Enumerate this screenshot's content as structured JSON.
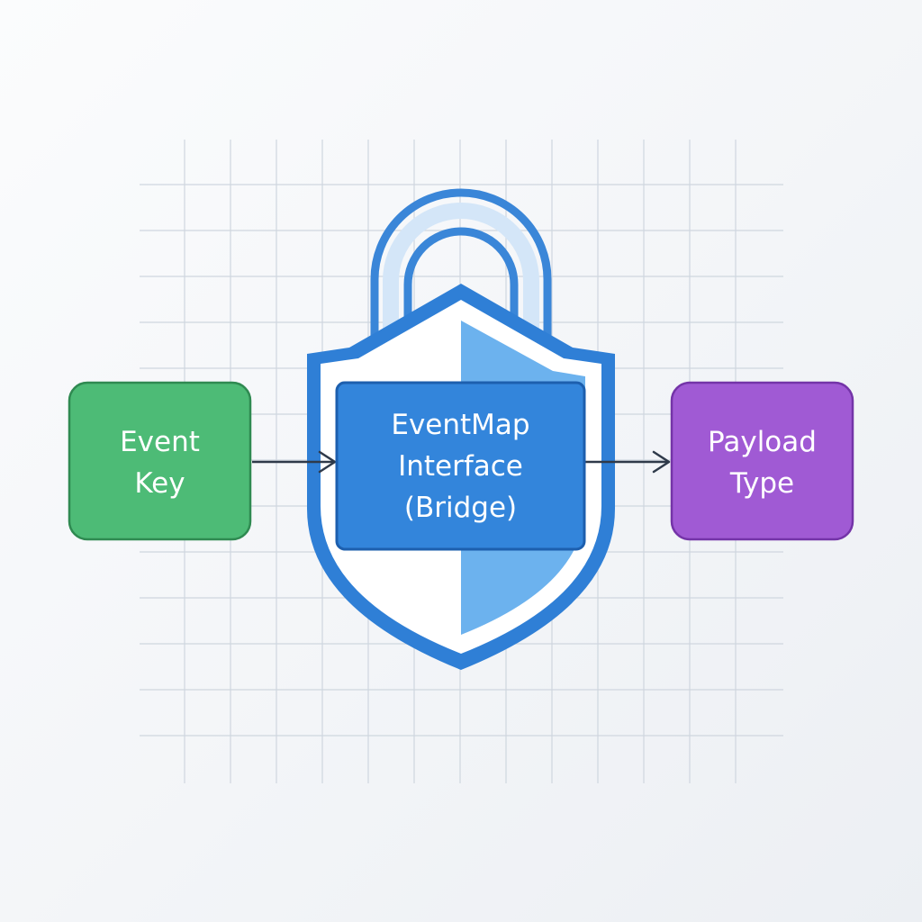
{
  "diagram": {
    "nodes": {
      "source": {
        "lines": [
          "Event",
          "Key"
        ],
        "color": "#4dbb76",
        "border": "#2f8a51"
      },
      "bridge": {
        "lines": [
          "EventMap",
          "Interface",
          "(Bridge)"
        ],
        "color": "#3385db",
        "border": "#1d5fae"
      },
      "target": {
        "lines": [
          "Payload",
          "Type"
        ],
        "color": "#a05ad4",
        "border": "#7434a8"
      }
    },
    "edges": [
      {
        "from": "source",
        "to": "bridge"
      },
      {
        "from": "bridge",
        "to": "target"
      }
    ],
    "emblem": {
      "icon": "padlock-shield-icon",
      "primary": "#2f7fd6",
      "light": "#6cb2ee",
      "white": "#ffffff"
    },
    "grid_color": "#cfd6df",
    "arrow_color": "#2f3a4a"
  }
}
